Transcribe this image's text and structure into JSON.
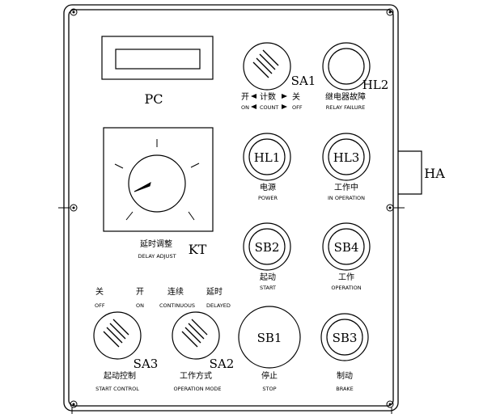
{
  "display": {
    "code": "PC"
  },
  "timer_knob": {
    "code": "KT",
    "label_cn": "延时调整",
    "label_en": "DELAY ADJUST"
  },
  "sa1": {
    "code": "SA1",
    "pos_cn_on": "开",
    "pos_cn_mid": "计数",
    "pos_cn_off": "关",
    "pos_en_on": "ON",
    "pos_en_mid": "COUNT",
    "pos_en_off": "OFF"
  },
  "hl2": {
    "code": "HL2",
    "label_cn": "继电器故障",
    "label_en": "RELAY FAILURE"
  },
  "hl1": {
    "code": "HL1",
    "label_cn": "电源",
    "label_en": "POWER"
  },
  "hl3": {
    "code": "HL3",
    "label_cn": "工作中",
    "label_en": "IN OPERATION"
  },
  "ha": {
    "code": "HA"
  },
  "sb2": {
    "code": "SB2",
    "label_cn": "起动",
    "label_en": "START"
  },
  "sb4": {
    "code": "SB4",
    "label_cn": "工作",
    "label_en": "OPERATION"
  },
  "sa3": {
    "code": "SA3",
    "label_cn": "起动控制",
    "label_en": "START CONTROL",
    "pos_cn_off": "关",
    "pos_cn_on": "开",
    "pos_en_off": "OFF",
    "pos_en_on": "ON"
  },
  "sa2": {
    "code": "SA2",
    "label_cn": "工作方式",
    "label_en": "OPERATION MODE",
    "pos_cn_cont": "连续",
    "pos_cn_delay": "延时",
    "pos_en_cont": "CONTINUOUS",
    "pos_en_delay": "DELAYED"
  },
  "sb1": {
    "code": "SB1",
    "label_cn": "停止",
    "label_en": "STOP"
  },
  "sb3": {
    "code": "SB3",
    "label_cn": "制动",
    "label_en": "BRAKE"
  }
}
